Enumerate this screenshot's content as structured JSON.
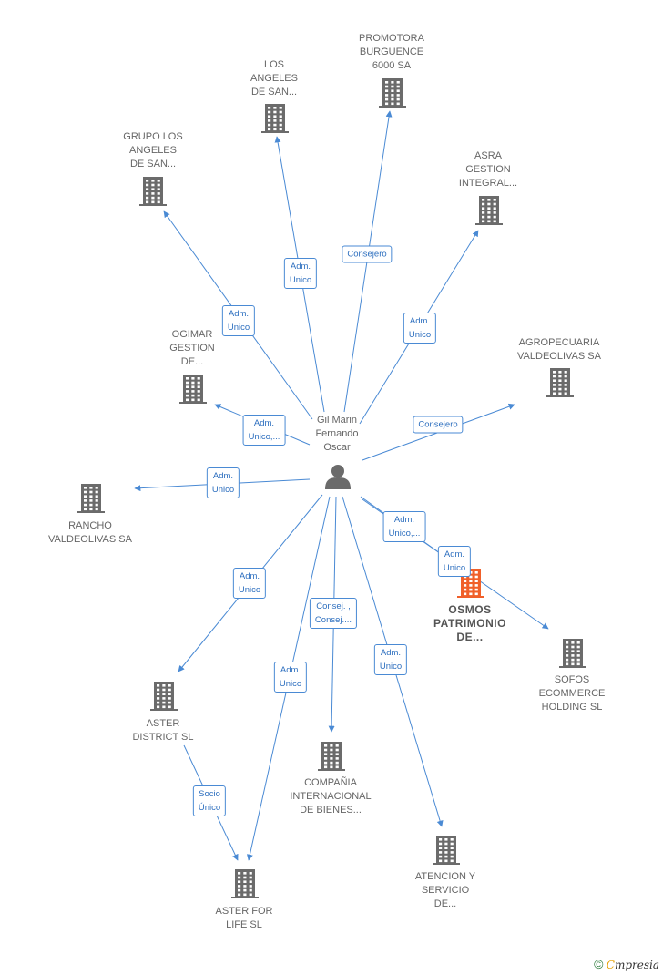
{
  "center": {
    "id": "gil",
    "lines": [
      "Gil Marin",
      "Fernando",
      "Oscar"
    ],
    "icon": "person-icon"
  },
  "companies": [
    {
      "id": "promotora",
      "lines": [
        "PROMOTORA",
        "BURGUENCE",
        "6000 SA"
      ],
      "icon": "building-icon"
    },
    {
      "id": "losangeles",
      "lines": [
        "LOS",
        "ANGELES",
        "DE SAN..."
      ],
      "icon": "building-icon"
    },
    {
      "id": "grupo",
      "lines": [
        "GRUPO LOS",
        "ANGELES",
        "DE SAN..."
      ],
      "icon": "building-icon"
    },
    {
      "id": "asra",
      "lines": [
        "ASRA",
        "GESTION",
        "INTEGRAL..."
      ],
      "icon": "building-icon"
    },
    {
      "id": "ogimar",
      "lines": [
        "OGIMAR",
        "GESTION",
        "DE..."
      ],
      "icon": "building-icon"
    },
    {
      "id": "agropecuaria",
      "lines": [
        "AGROPECUARIA",
        "VALDEOLIVAS SA"
      ],
      "icon": "building-icon"
    },
    {
      "id": "rancho",
      "lines": [
        "RANCHO",
        "VALDEOLIVAS SA"
      ],
      "icon": "building-icon"
    },
    {
      "id": "osmos",
      "lines": [
        "OSMOS",
        "PATRIMONIO",
        "DE..."
      ],
      "icon": "building-icon",
      "highlight": true
    },
    {
      "id": "sofos",
      "lines": [
        "SOFOS",
        "ECOMMERCE",
        "HOLDING  SL"
      ],
      "icon": "building-icon"
    },
    {
      "id": "aster_district",
      "lines": [
        "ASTER",
        "DISTRICT  SL"
      ],
      "icon": "building-icon"
    },
    {
      "id": "compania",
      "lines": [
        "COMPAÑIA",
        "INTERNACIONAL",
        "DE BIENES..."
      ],
      "icon": "building-icon"
    },
    {
      "id": "atencion",
      "lines": [
        "ATENCION Y",
        "SERVICIO",
        "DE..."
      ],
      "icon": "building-icon"
    },
    {
      "id": "aster_life",
      "lines": [
        "ASTER FOR",
        "LIFE  SL"
      ],
      "icon": "building-icon"
    }
  ],
  "edges": [
    {
      "from": "gil",
      "to": "promotora",
      "label": [
        "Consejero"
      ]
    },
    {
      "from": "gil",
      "to": "losangeles",
      "label": [
        "Adm.",
        "Unico"
      ]
    },
    {
      "from": "gil",
      "to": "grupo",
      "label": [
        "Adm.",
        "Unico"
      ]
    },
    {
      "from": "gil",
      "to": "asra",
      "label": [
        "Adm.",
        "Unico"
      ]
    },
    {
      "from": "gil",
      "to": "ogimar",
      "label": [
        "Adm.",
        "Unico,..."
      ]
    },
    {
      "from": "gil",
      "to": "agropecuaria",
      "label": [
        "Consejero"
      ]
    },
    {
      "from": "gil",
      "to": "rancho",
      "label": [
        "Adm.",
        "Unico"
      ]
    },
    {
      "from": "gil",
      "to": "osmos",
      "label": [
        "Adm.",
        "Unico,..."
      ]
    },
    {
      "from": "gil",
      "to": "sofos",
      "label": [
        "Adm.",
        "Unico"
      ]
    },
    {
      "from": "gil",
      "to": "aster_district",
      "label": [
        "Adm.",
        "Unico"
      ]
    },
    {
      "from": "gil",
      "to": "compania",
      "label": [
        "Consej. ,",
        "Consej...."
      ]
    },
    {
      "from": "gil",
      "to": "aster_life",
      "label": [
        "Adm.",
        "Unico"
      ]
    },
    {
      "from": "gil",
      "to": "atencion",
      "label": [
        "Adm.",
        "Unico"
      ]
    },
    {
      "from": "aster_district",
      "to": "aster_life",
      "label": [
        "Socio",
        "Único"
      ]
    }
  ],
  "footer": {
    "copyright": "©",
    "brand_first": "C",
    "brand_rest": "mpresia"
  },
  "colors": {
    "edge": "#4a8ad4",
    "icon": "#6b6b6b",
    "highlight": "#f0602a"
  }
}
